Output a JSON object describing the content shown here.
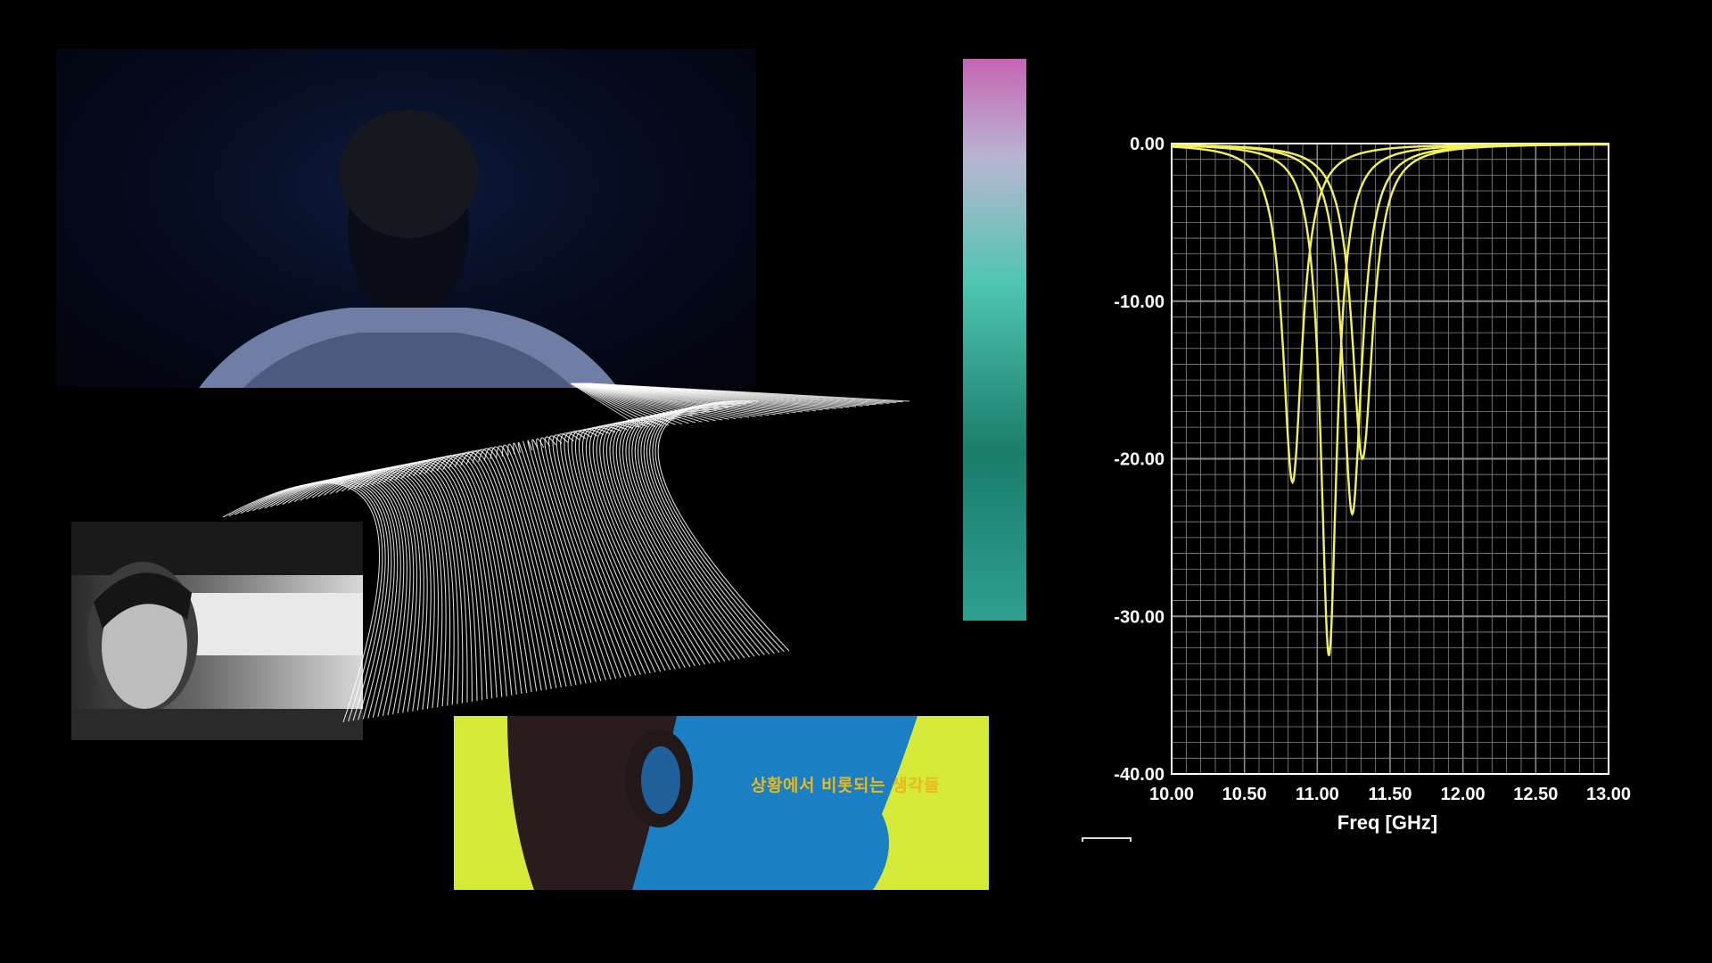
{
  "colors": {
    "background": "#000000",
    "trace": "#f4f25a",
    "grid": "#ffffff",
    "subtitle": "#e8b81c",
    "gradient_top": "#c765b4",
    "gradient_mid": "#4ec6b0",
    "gradient_bottom": "#2e9f90",
    "highlight_panel": "#d6ea3a"
  },
  "overlay": {
    "subtitle": "상황에서 비롯되는 생각들"
  },
  "chart_data": {
    "type": "line",
    "title": "",
    "xlabel": "Freq [GHz]",
    "ylabel": "",
    "xlim": [
      10.0,
      13.0
    ],
    "ylim": [
      -40.0,
      0.0
    ],
    "grid": true,
    "x_ticks": [
      "10.00",
      "10.50",
      "11.00",
      "11.50",
      "12.00",
      "12.50",
      "13.00"
    ],
    "y_ticks": [
      "0.00",
      "-10.00",
      "-20.00",
      "-30.00",
      "-40.00"
    ],
    "series": [
      {
        "center": 10.83,
        "min": -21.5,
        "width": 0.12
      },
      {
        "center": 11.08,
        "min": -32.5,
        "width": 0.1
      },
      {
        "center": 11.24,
        "min": -23.5,
        "width": 0.12
      },
      {
        "center": 11.31,
        "min": -20.0,
        "width": 0.13
      }
    ]
  }
}
